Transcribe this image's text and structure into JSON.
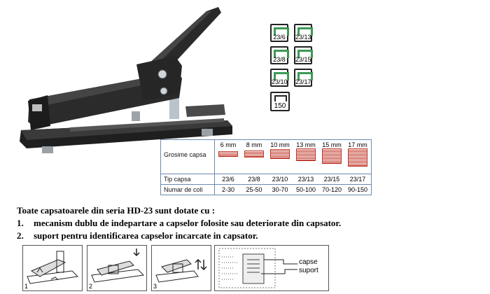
{
  "staple_icons": [
    "23/6",
    "23/13",
    "23/8",
    "23/15",
    "23/10",
    "23/17",
    "150"
  ],
  "spec_table": {
    "row_labels": {
      "thickness": "Grosime capsa",
      "type": "Tip capsa",
      "sheets": "Numar de coli"
    },
    "columns": [
      {
        "size": "6 mm",
        "type": "23/6",
        "sheets": "2-30"
      },
      {
        "size": "8 mm",
        "type": "23/8",
        "sheets": "25-50"
      },
      {
        "size": "10 mm",
        "type": "23/10",
        "sheets": "30-70"
      },
      {
        "size": "13 mm",
        "type": "23/13",
        "sheets": "50-100"
      },
      {
        "size": "15 mm",
        "type": "23/15",
        "sheets": "70-120"
      },
      {
        "size": "17 mm",
        "type": "23/17",
        "sheets": "90-150"
      }
    ]
  },
  "description": {
    "intro": "Toate capsatoarele din seria HD-23 sunt dotate cu :",
    "items": [
      {
        "num": "1.",
        "text": "mecanism dublu de indepartare a capselor folosite sau deteriorate din capsator."
      },
      {
        "num": "2.",
        "text": "suport pentru identificarea capselor incarcate in capsator."
      }
    ]
  },
  "diagrams": {
    "panel_numbers": [
      "1",
      "2",
      "3"
    ],
    "label_capse": "capse",
    "label_suport": "suport"
  },
  "colors": {
    "staple_green": "#3c9a55",
    "stack_red": "#c0392b",
    "table_border": "#6a8ab0",
    "stapler_body": "#2a2a2a"
  }
}
